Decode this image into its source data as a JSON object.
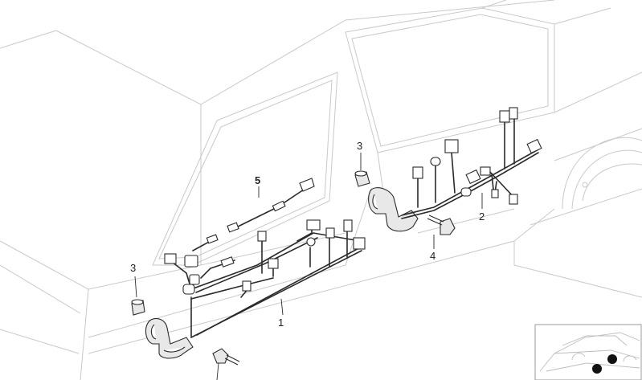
{
  "diagram": {
    "callouts": {
      "harness_front": "1",
      "harness_rear": "2",
      "grommet_front": "3",
      "grommet_rear": "3",
      "bolt": "4",
      "harness_extension": "5"
    }
  },
  "colors": {
    "line": "#2a2a2a",
    "body_outline": "#c9c9c9",
    "marker_dot": "#111111"
  },
  "thumbnail": {
    "icon": "car-silhouette-icon",
    "markers": 2
  }
}
